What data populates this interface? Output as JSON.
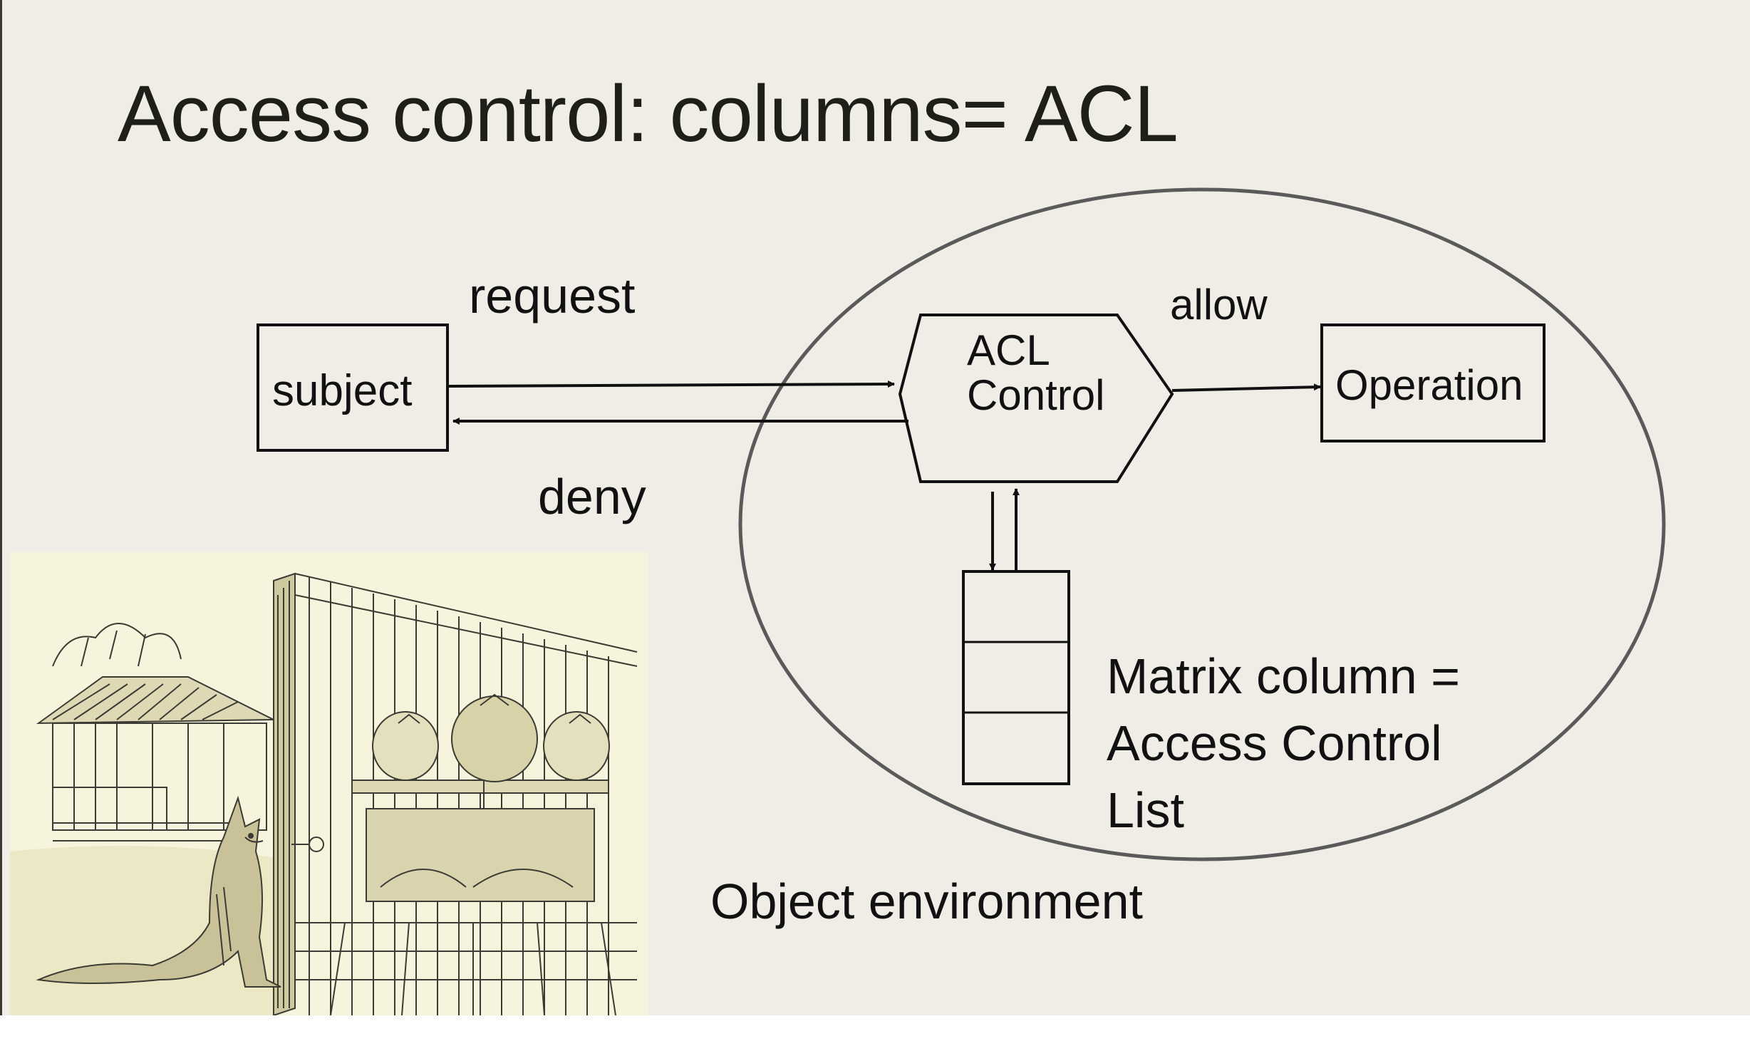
{
  "slide": {
    "title": "Access control: columns= ACL"
  },
  "diagram": {
    "request_label": "request",
    "deny_label": "deny",
    "allow_label": "allow",
    "subject_label": "subject",
    "acl_control_line1": "ACL",
    "acl_control_line2": "Control",
    "operation_label": "Operation",
    "matrix_line1": "Matrix column =",
    "matrix_line2": "Access  Control",
    "matrix_line3": "List",
    "environment_label": "Object environment"
  },
  "illustration": {
    "icon": "fox-and-chickens-engraving"
  },
  "colors": {
    "background": "#efede6",
    "ellipse_stroke": "#5a5a5a",
    "line": "#111111",
    "illustration_bg": "#f6f4dc"
  }
}
